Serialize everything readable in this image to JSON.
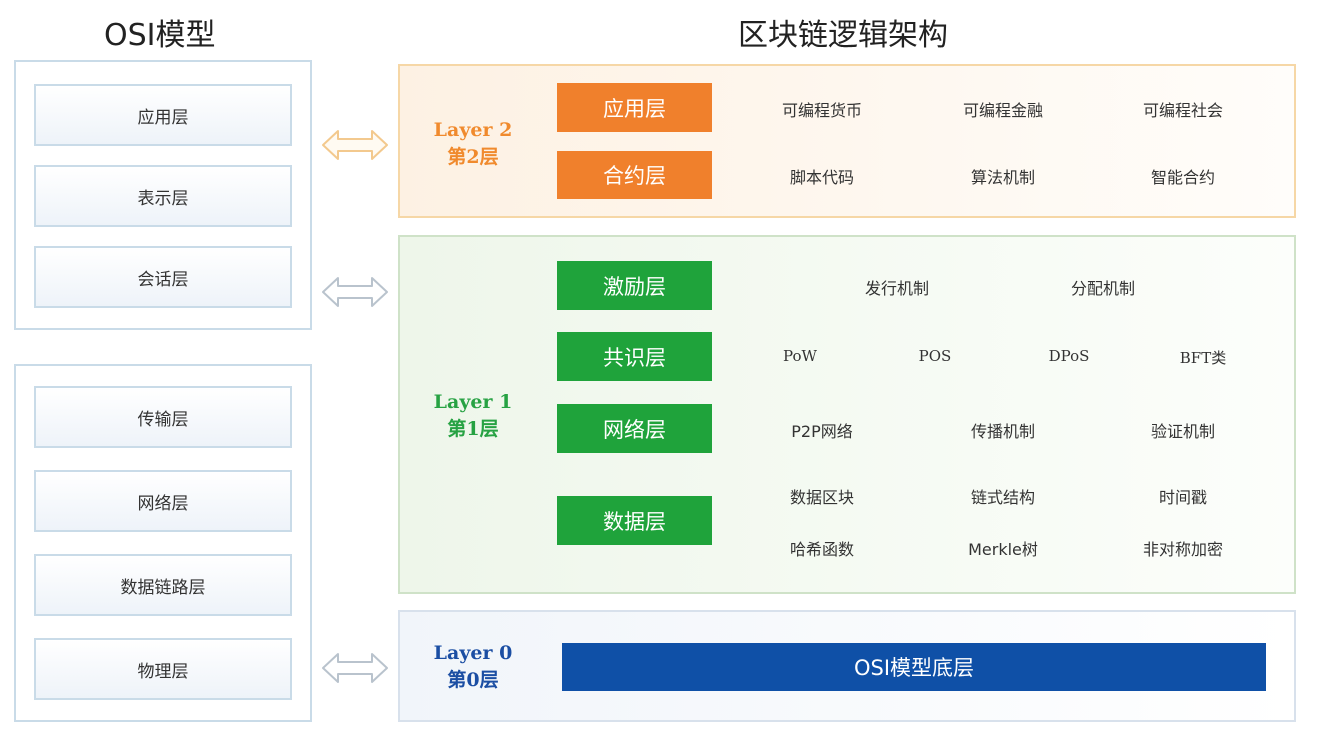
{
  "titles": {
    "osi": "OSI模型",
    "blockchain": "区块链逻辑架构"
  },
  "osi_upper": [
    "应用层",
    "表示层",
    "会话层"
  ],
  "osi_lower": [
    "传输层",
    "网络层",
    "数据链路层",
    "物理层"
  ],
  "layer2": {
    "label_en": "Layer 2",
    "label_cn": "第2层",
    "rows": [
      {
        "name": "应用层",
        "items": [
          "可编程货币",
          "可编程金融",
          "可编程社会"
        ]
      },
      {
        "name": "合约层",
        "items": [
          "脚本代码",
          "算法机制",
          "智能合约"
        ]
      }
    ]
  },
  "layer1": {
    "label_en": "Layer 1",
    "label_cn": "第1层",
    "rows": [
      {
        "name": "激励层",
        "items": [
          "发行机制",
          "分配机制"
        ]
      },
      {
        "name": "共识层",
        "items": [
          "PoW",
          "POS",
          "DPoS",
          "BFT类"
        ]
      },
      {
        "name": "网络层",
        "items": [
          "P2P网络",
          "传播机制",
          "验证机制"
        ]
      },
      {
        "name": "数据层",
        "items": [
          "数据区块",
          "链式结构",
          "时间戳",
          "哈希函数",
          "Merkle树",
          "非对称加密"
        ]
      }
    ]
  },
  "layer0": {
    "label_en": "Layer 0",
    "label_cn": "第0层",
    "bar": "OSI模型底层"
  },
  "colors": {
    "orange": "#f0802c",
    "green": "#1fa33b",
    "blue": "#0f50a7",
    "arrow_orange": "#f3c98e",
    "arrow_gray": "#b9c3cd"
  }
}
